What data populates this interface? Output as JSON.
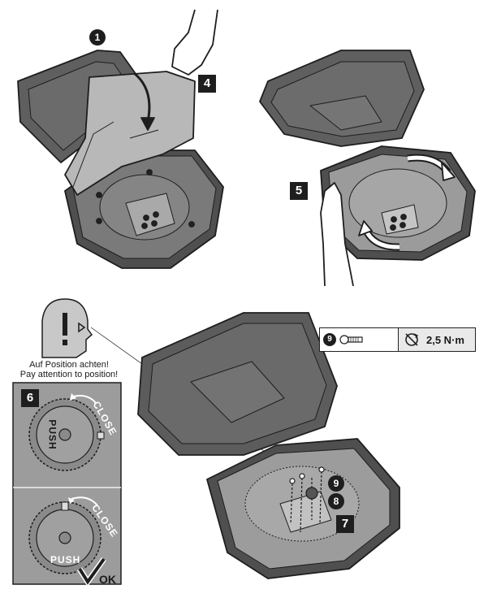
{
  "steps": {
    "step1": "1",
    "step4": "4",
    "step5": "5",
    "step6": "6",
    "step7": "7",
    "part8": "8",
    "part9": "9",
    "part9_spec": "9"
  },
  "caption": {
    "line_de": "Auf Position achten!",
    "line_en": "Pay attention to position!"
  },
  "spec": {
    "torque": "2,5 N·m",
    "screw_icon": "screw-icon",
    "torque_icon": "torque-wrench-icon"
  },
  "labels": {
    "close_top": "CLOSE",
    "push_top": "PUSH",
    "close_bottom": "CLOSE",
    "push_bottom": "PUSH",
    "ok": "OK"
  },
  "colors": {
    "line": "#1e1e1e",
    "fill_dark": "#5a5a5a",
    "fill_mid": "#8a8a8a",
    "fill_light": "#b5b5b5",
    "panel_bg": "#9e9e9e"
  }
}
